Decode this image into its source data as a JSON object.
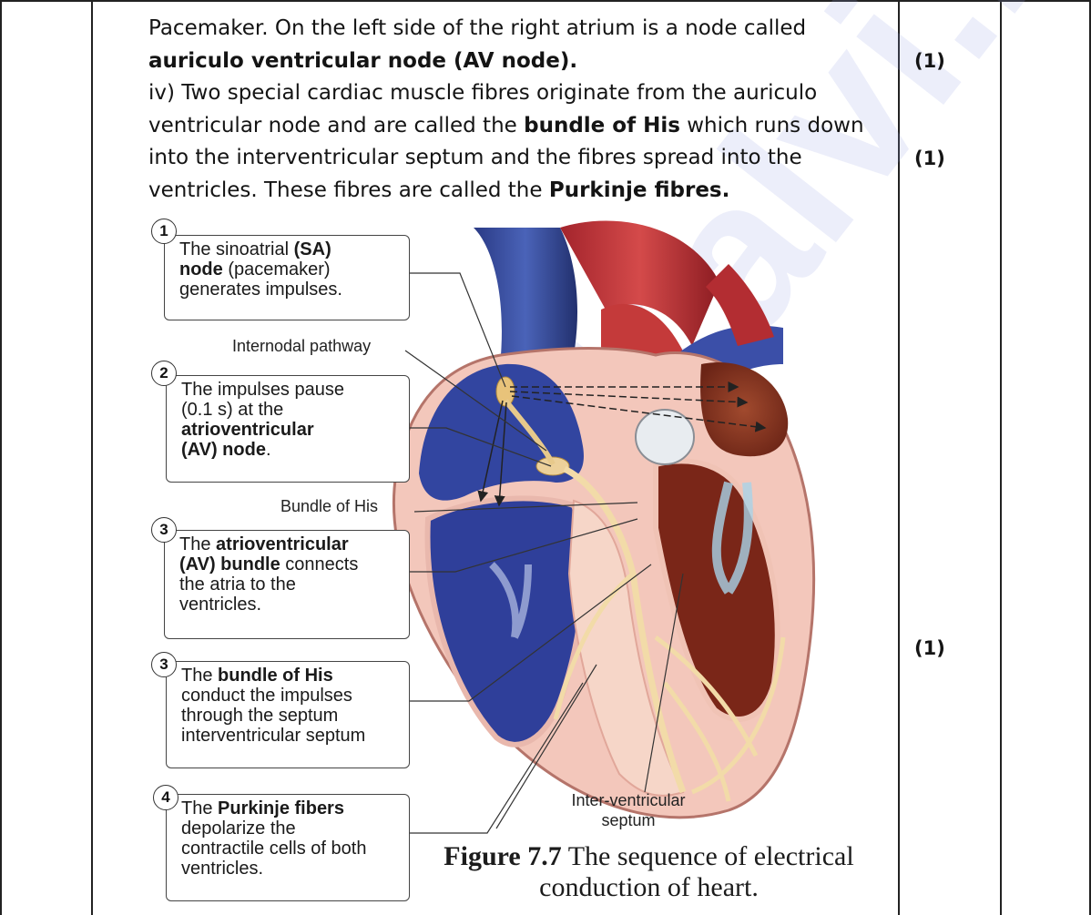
{
  "answer": {
    "line1": "Pacemaker. On the left side of the right atrium is a node called",
    "line2_bold": "auriculo ventricular node (AV node).",
    "line3": "iv) Two special cardiac muscle fibres originate from the auriculo",
    "line4_a": "ventricular node and are called the ",
    "line4_bold": "bundle of His",
    "line4_b": " which runs down",
    "line5": "into the interventricular septum and the fibres spread into the",
    "line6_a": "ventricles. These fibres are called the ",
    "line6_bold": "Purkinje fibres."
  },
  "marks": [
    "(1)",
    "(1)",
    "(1)"
  ],
  "figure": {
    "callouts": [
      {
        "num": "1",
        "a": "The sinoatrial ",
        "b": "(SA)",
        "c": "node",
        "d": " (pacemaker)",
        "e": "generates impulses."
      },
      {
        "num": "2",
        "a": "The impulses pause",
        "b": "(0.1 s) at the",
        "c": "atrioventricular",
        "d": "(AV) node",
        "e": "."
      },
      {
        "num": "3",
        "a": "The ",
        "b": "atrioventricular",
        "c": "(AV) bundle",
        "d": " connects",
        "e": "the atria to the",
        "f": "ventricles."
      },
      {
        "num": "3",
        "a": "The ",
        "b": "bundle of His",
        "c": "conduct the impulses",
        "d": "through the septum",
        "e": "interventricular septum"
      },
      {
        "num": "4",
        "a": "The ",
        "b": "Purkinje fibers",
        "c": "depolarize the",
        "d": "contractile cells of both",
        "e": "ventricles."
      }
    ],
    "labels": {
      "internodal": "Internodal pathway",
      "bundle_his": "Bundle of His",
      "septum_1": "Inter-ventricular",
      "septum_2": "septum"
    },
    "caption": {
      "bold": "Figure 7.7",
      "line1": "The sequence of electrical",
      "line2": "conduction of heart."
    }
  },
  "watermark": "Kalvi.Net"
}
